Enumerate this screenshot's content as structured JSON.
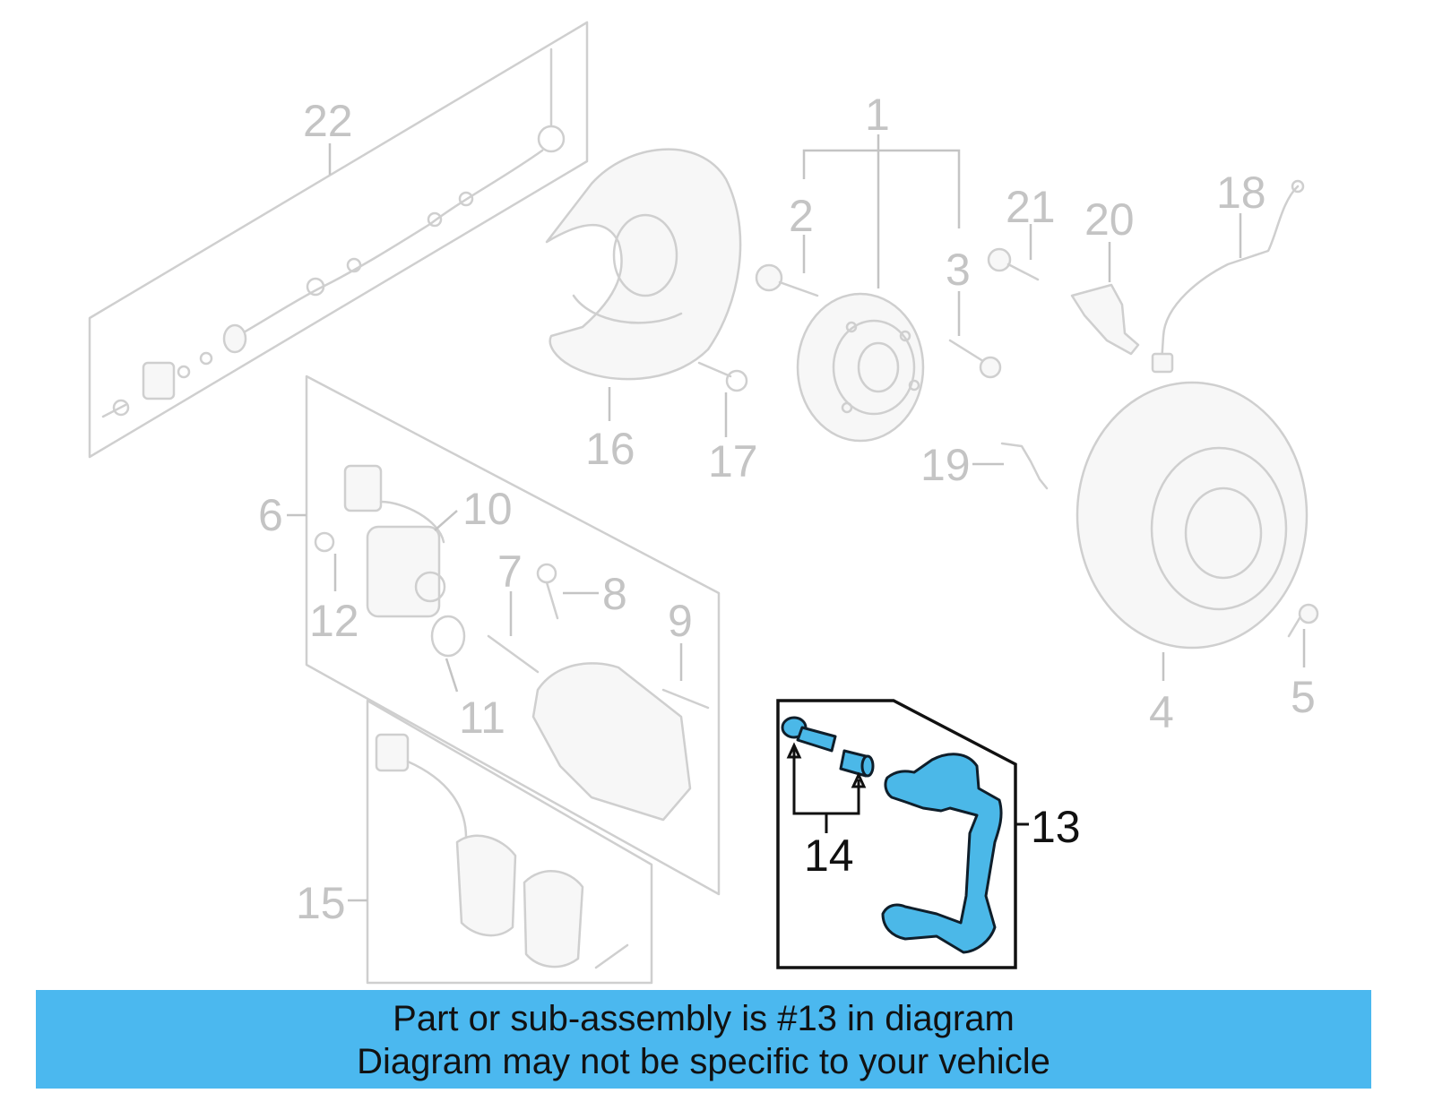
{
  "diagram": {
    "callouts": {
      "c1": "1",
      "c2": "2",
      "c3": "3",
      "c4": "4",
      "c5": "5",
      "c6": "6",
      "c7": "7",
      "c8": "8",
      "c9": "9",
      "c10": "10",
      "c11": "11",
      "c12": "12",
      "c13": "13",
      "c14": "14",
      "c15": "15",
      "c16": "16",
      "c17": "17",
      "c18": "18",
      "c19": "19",
      "c20": "20",
      "c21": "21",
      "c22": "22"
    },
    "highlighted_part": "13",
    "colors": {
      "highlight": "#4bb8e8",
      "muted": "#cfcfcf",
      "banner": "#4bb8ef"
    }
  },
  "banner": {
    "line1": "Part or sub-assembly is #13 in diagram",
    "line2": "Diagram may not be specific to your vehicle"
  }
}
